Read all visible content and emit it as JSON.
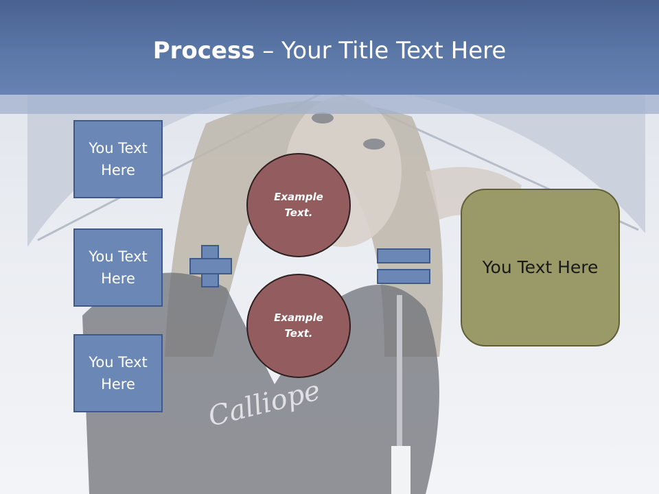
{
  "title": {
    "bold": "Process",
    "rest": " – Your Title Text Here"
  },
  "left_boxes": [
    {
      "label": "You Text Here"
    },
    {
      "label": "You Text Here"
    },
    {
      "label": "You Text Here"
    }
  ],
  "circles": [
    {
      "label": "Example Text."
    },
    {
      "label": "Example Text."
    }
  ],
  "result": {
    "label": "You Text Here"
  },
  "background_shirt_text": "Calliope",
  "colors": {
    "title_band": "#5a77a6",
    "box_fill": "#6a87b5",
    "box_border": "#3f5989",
    "circle_fill": "#935d5f",
    "result_fill": "#9a9a68"
  },
  "icons": [
    "plus-icon",
    "equals-icon"
  ]
}
